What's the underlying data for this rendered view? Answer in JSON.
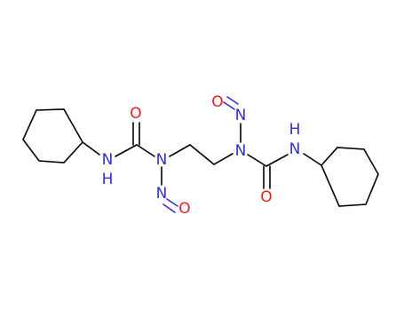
{
  "colors": {
    "bond": "#000000",
    "nitrogen": "#3030d0",
    "oxygen": "#e02020",
    "background": "#ffffff"
  },
  "atoms": {
    "nh_left": {
      "symbol": "N",
      "h": "H"
    },
    "o_carbonyl_left": {
      "symbol": "O"
    },
    "n_urea_left": {
      "symbol": "N"
    },
    "n_nitroso_left": {
      "symbol": "N"
    },
    "o_nitroso_left": {
      "symbol": "O"
    },
    "o_nitroso_right": {
      "symbol": "O"
    },
    "n_nitroso_right": {
      "symbol": "N"
    },
    "n_urea_right": {
      "symbol": "N"
    },
    "o_carbonyl_right": {
      "symbol": "O"
    },
    "nh_right": {
      "symbol": "N",
      "h": "H"
    }
  }
}
